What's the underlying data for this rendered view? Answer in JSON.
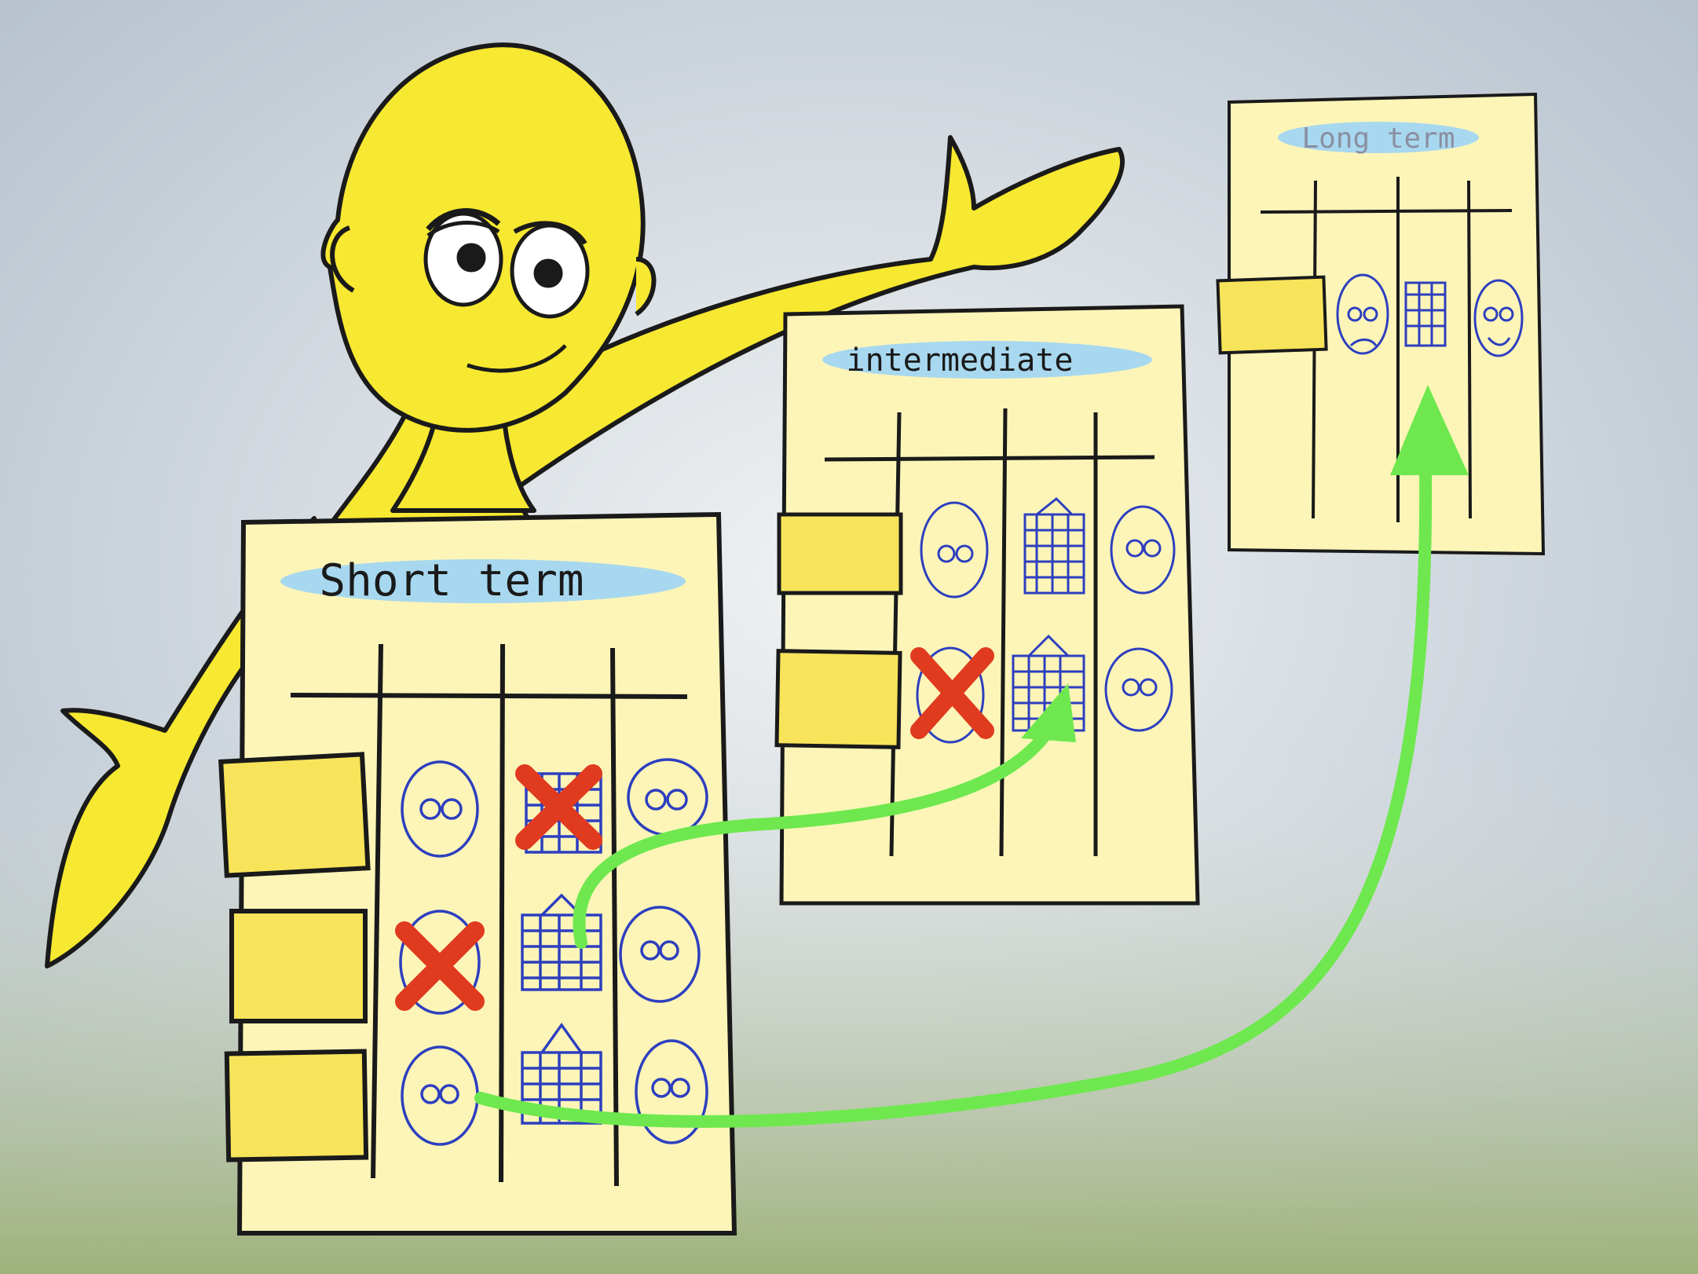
{
  "sheets": {
    "short": {
      "title": "Short term"
    },
    "intermediate": {
      "title": "intermediate"
    },
    "long": {
      "title": "Long term"
    }
  },
  "colors": {
    "character": "#f7e831",
    "paper": "#fdf5b8",
    "sticky": "#f7e45a",
    "label_bg": "#a8d8ef",
    "ink": "#1a1a1a",
    "face_ink": "#2d3fbf",
    "cross": "#e03a1f",
    "arrow": "#6ee84e"
  },
  "icons": [
    "yellow-figure",
    "worried-face",
    "neutral-face",
    "happy-face",
    "building-grid-icon",
    "red-cross-icon",
    "green-arrow"
  ]
}
